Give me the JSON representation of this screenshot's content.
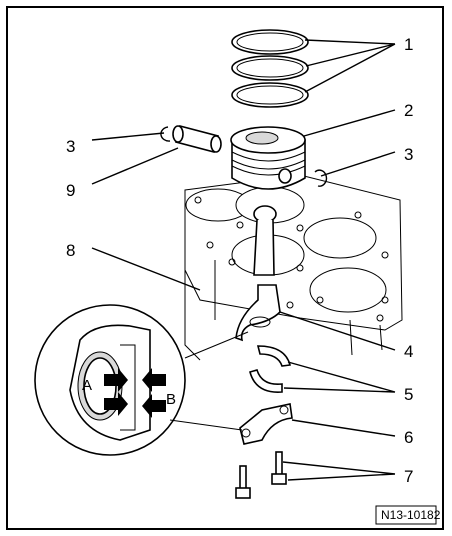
{
  "callouts": {
    "c1": "1",
    "c2": "2",
    "c3_left": "3",
    "c3_right": "3",
    "c4": "4",
    "c5": "5",
    "c6": "6",
    "c7": "7",
    "c8": "8",
    "c9": "9"
  },
  "detail": {
    "label_a": "A",
    "label_b": "B"
  },
  "reference": "N13-10182"
}
